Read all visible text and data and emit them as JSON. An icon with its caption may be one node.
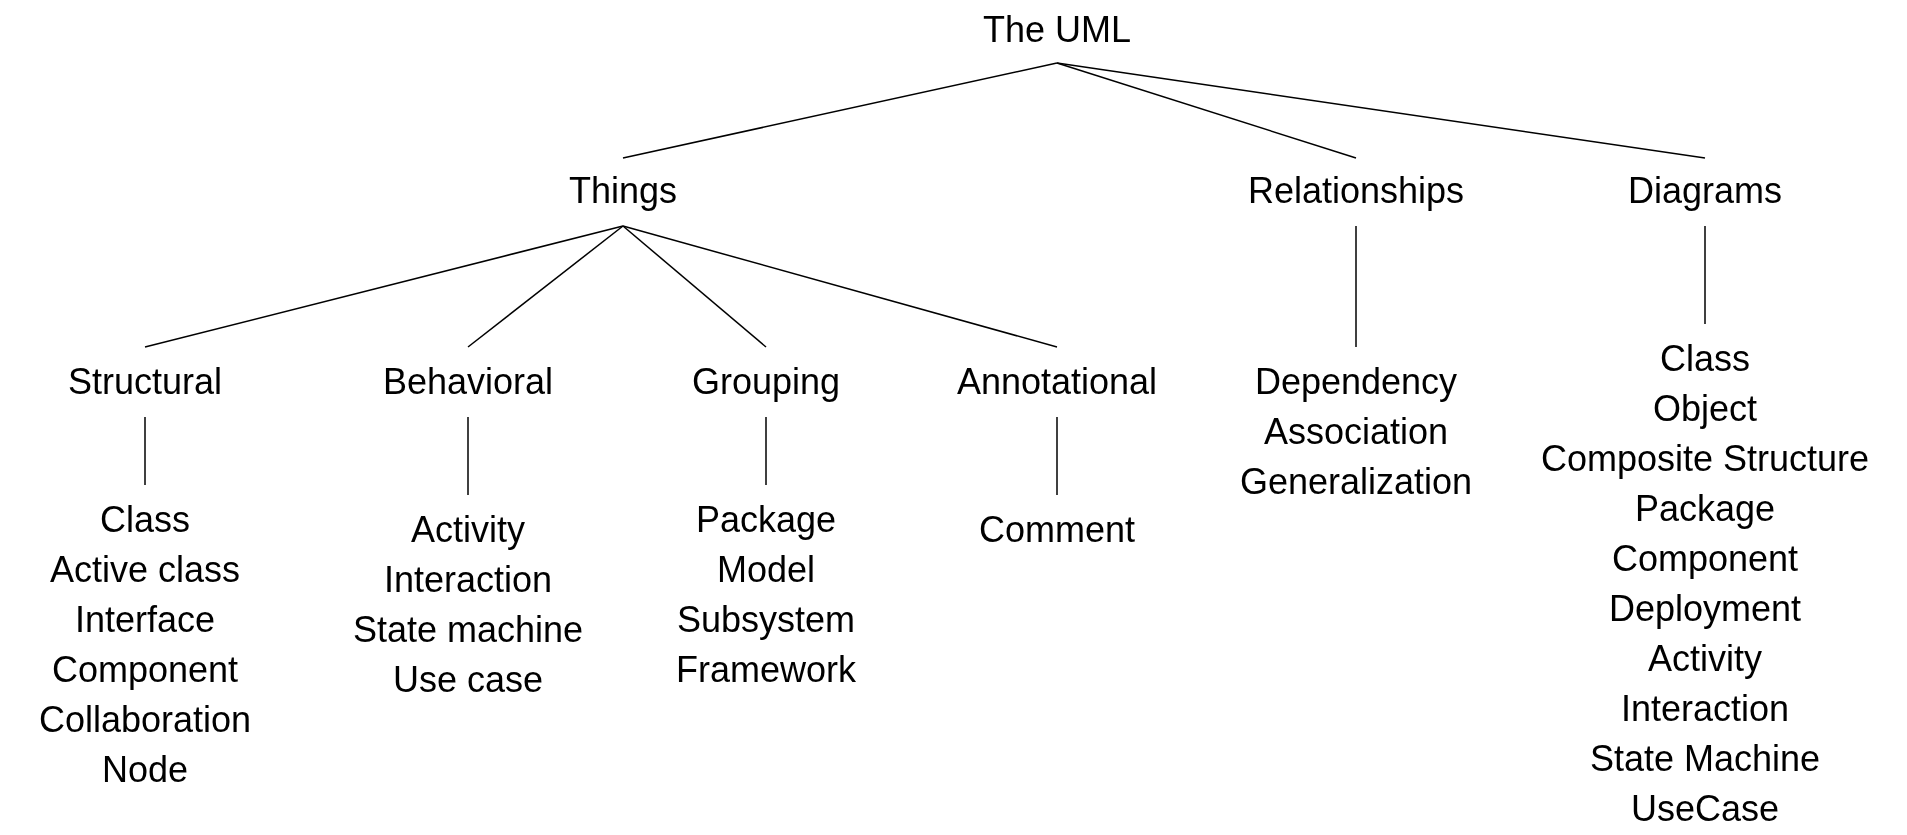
{
  "diagram": {
    "nodes": [
      {
        "text": [
          "The UML"
        ]
      },
      {
        "text": [
          "Things"
        ]
      },
      {
        "text": [
          "Relationships"
        ]
      },
      {
        "text": [
          "Diagrams"
        ]
      },
      {
        "text": [
          "Structural"
        ]
      },
      {
        "text": [
          "Behavioral"
        ]
      },
      {
        "text": [
          "Grouping"
        ]
      },
      {
        "text": [
          "Annotational"
        ]
      },
      {
        "text": [
          "Class",
          "Active class",
          "Interface",
          "Component",
          "Collaboration",
          "Node"
        ]
      },
      {
        "text": [
          "Activity",
          "Interaction",
          "State machine",
          "Use case"
        ]
      },
      {
        "text": [
          "Package",
          "Model",
          "Subsystem",
          "Framework"
        ]
      },
      {
        "text": [
          "Comment"
        ]
      },
      {
        "text": [
          "Dependency",
          "Association",
          "Generalization"
        ]
      },
      {
        "text": [
          "Class",
          "Object",
          "Composite Structure",
          "Package",
          "Component",
          "Deployment",
          "Activity",
          "Interaction",
          "State Machine",
          "UseCase"
        ]
      }
    ],
    "edges": [
      {
        "from": 0,
        "to": 1,
        "arrow": "none"
      },
      {
        "from": 0,
        "to": 2,
        "arrow": "none"
      },
      {
        "from": 0,
        "to": 3,
        "arrow": "none"
      },
      {
        "from": 1,
        "to": 4,
        "arrow": "none"
      },
      {
        "from": 1,
        "to": 5,
        "arrow": "none"
      },
      {
        "from": 1,
        "to": 6,
        "arrow": "none"
      },
      {
        "from": 1,
        "to": 7,
        "arrow": "none"
      },
      {
        "from": 4,
        "to": 8,
        "arrow": "none"
      },
      {
        "from": 5,
        "to": 9,
        "arrow": "none"
      },
      {
        "from": 6,
        "to": 10,
        "arrow": "none"
      },
      {
        "from": 7,
        "to": 11,
        "arrow": "none"
      },
      {
        "from": 2,
        "to": 12,
        "arrow": "none"
      },
      {
        "from": 3,
        "to": 13,
        "arrow": "none"
      }
    ]
  }
}
